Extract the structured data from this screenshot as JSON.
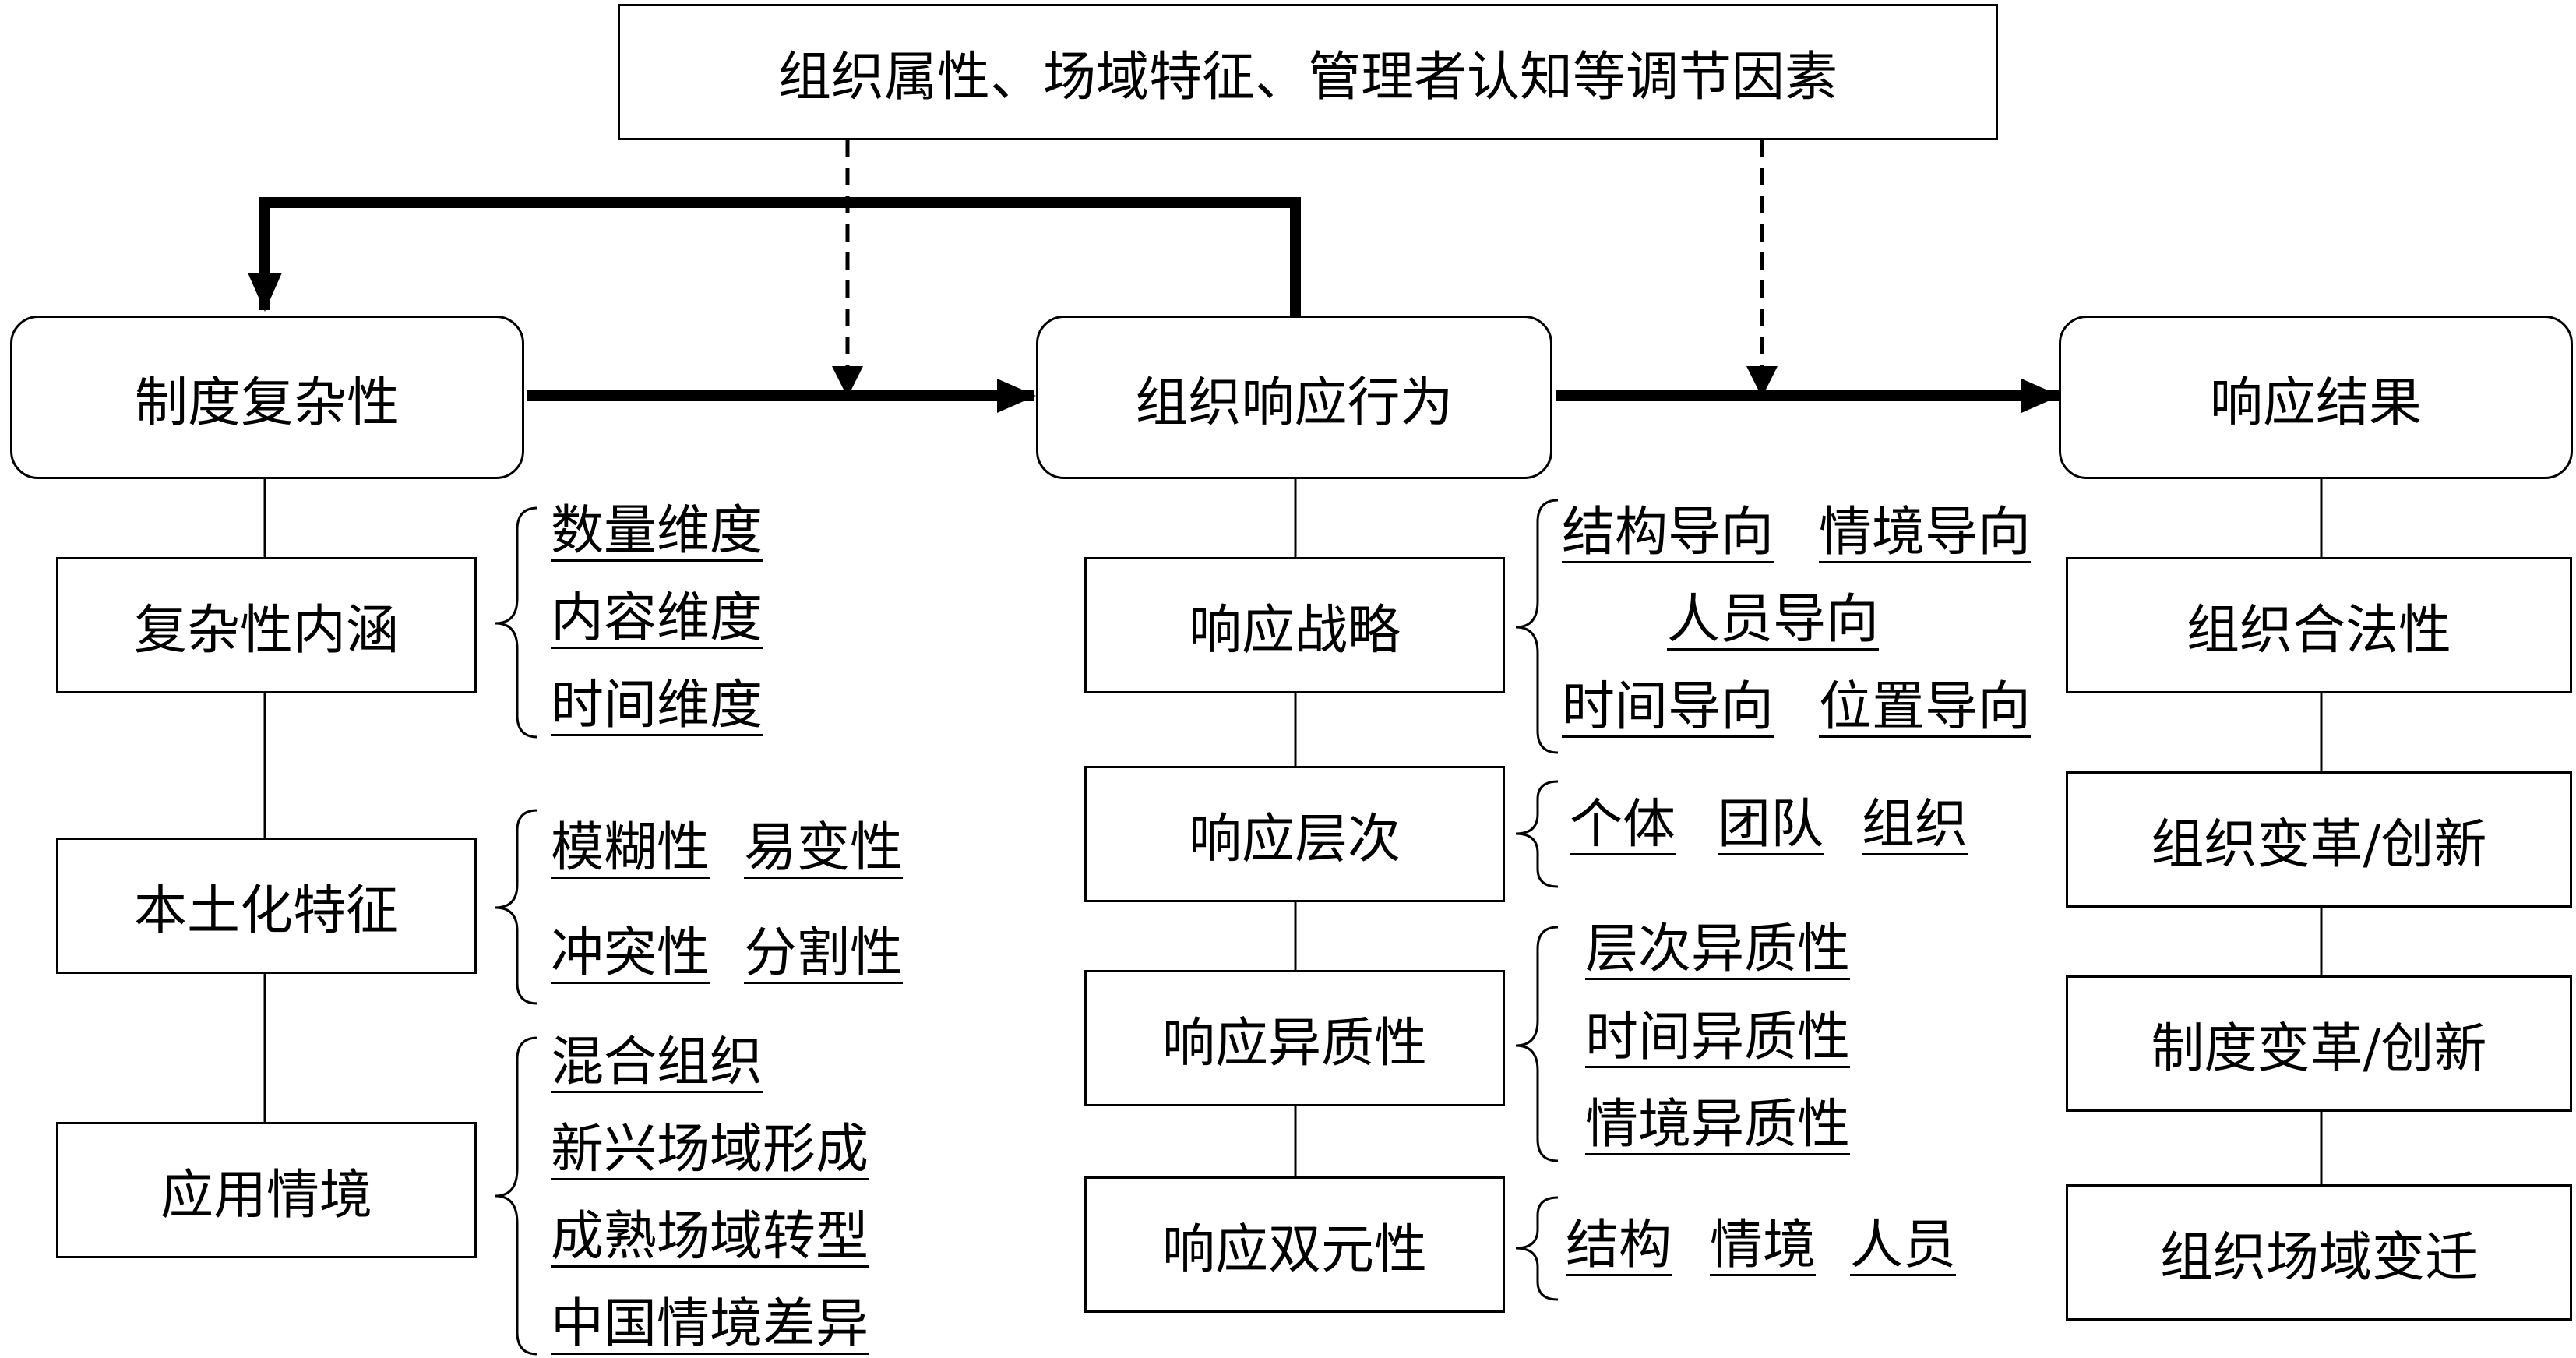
{
  "moderators": {
    "label": "组织属性、场域特征、管理者认知等调节因素"
  },
  "main": {
    "complexity": "制度复杂性",
    "behavior": "组织响应行为",
    "result": "响应结果"
  },
  "left": {
    "boxes": [
      "复杂性内涵",
      "本土化特征",
      "应用情境"
    ],
    "connotation": [
      "数量维度",
      "内容维度",
      "时间维度"
    ],
    "features": [
      "模糊性",
      "易变性",
      "冲突性",
      "分割性"
    ],
    "contexts": [
      "混合组织",
      "新兴场域形成",
      "成熟场域转型",
      "中国情境差异"
    ]
  },
  "middle": {
    "boxes": [
      "响应战略",
      "响应层次",
      "响应异质性",
      "响应双元性"
    ],
    "strategy": [
      "结构导向",
      "情境导向",
      "人员导向",
      "时间导向",
      "位置导向"
    ],
    "levels": [
      "个体",
      "团队",
      "组织"
    ],
    "heterogeneity": [
      "层次异质性",
      "时间异质性",
      "情境异质性"
    ],
    "duality": [
      "结构",
      "情境",
      "人员"
    ]
  },
  "right": {
    "boxes": [
      "组织合法性",
      "组织变革/创新",
      "制度变革/创新",
      "组织场域变迁"
    ]
  }
}
